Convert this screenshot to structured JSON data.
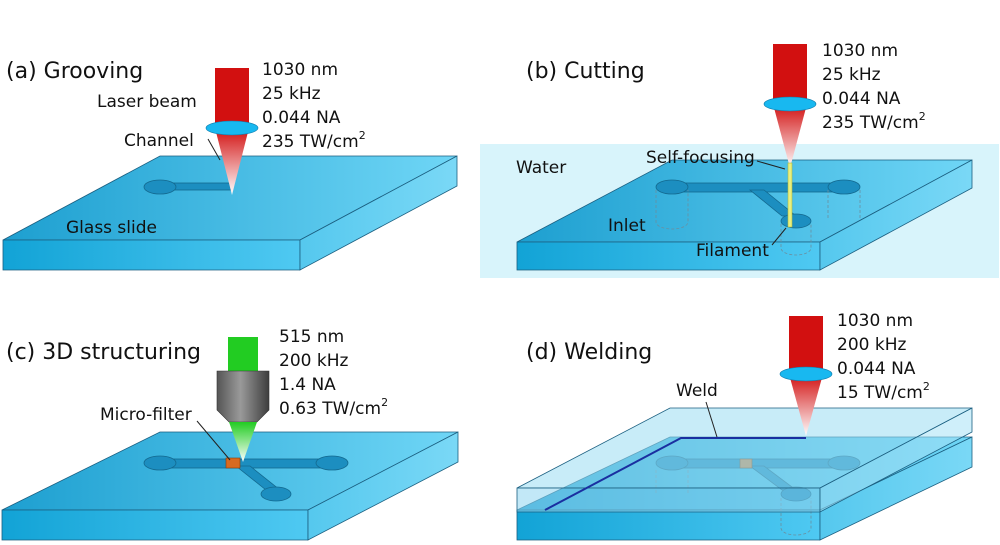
{
  "panels": {
    "a": {
      "title": "(a) Grooving",
      "params": [
        "1030 nm",
        "25 kHz",
        "0.044 NA"
      ],
      "intensity_value": "235 TW/cm",
      "intensity_exp": "2",
      "labels": {
        "laser_beam": "Laser beam",
        "channel": "Channel",
        "glass_slide": "Glass slide"
      }
    },
    "b": {
      "title": "(b) Cutting",
      "params": [
        "1030 nm",
        "25 kHz",
        "0.044 NA"
      ],
      "intensity_value": "235 TW/cm",
      "intensity_exp": "2",
      "labels": {
        "water": "Water",
        "self_focusing": "Self-focusing",
        "inlet": "Inlet",
        "filament": "Filament"
      }
    },
    "c": {
      "title": "(c) 3D structuring",
      "params": [
        "515 nm",
        "200 kHz",
        "1.4 NA"
      ],
      "intensity_value": "0.63 TW/cm",
      "intensity_exp": "2",
      "labels": {
        "micro_filter": "Micro-filter"
      }
    },
    "d": {
      "title": "(d) Welding",
      "params": [
        "1030 nm",
        "200 kHz",
        "0.044 NA"
      ],
      "intensity_value": "15 TW/cm",
      "intensity_exp": "2",
      "labels": {
        "weld": "Weld"
      }
    }
  },
  "colors": {
    "glass_top": "#3bb3e0",
    "glass_front": "#29a5d6",
    "glass_side": "#1e8fbf",
    "water": "#d8f4fb",
    "laser_red": "#d21010",
    "laser_green": "#22cc22",
    "lens": "#18b8f0",
    "weld_line": "#1a2fa0"
  }
}
